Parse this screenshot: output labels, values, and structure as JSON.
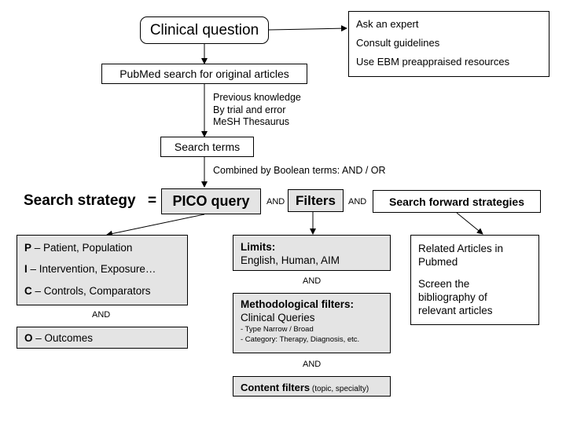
{
  "clinical_question": "Clinical question",
  "alternatives": [
    "Ask an expert",
    "Consult guidelines",
    "Use EBM preappraised resources"
  ],
  "pubmed_search": "PubMed search for original articles",
  "sources": [
    "Previous knowledge",
    "By trial and error",
    "MeSH Thesaurus"
  ],
  "search_terms": "Search terms",
  "boolean_note": "Combined by Boolean terms:  AND / OR",
  "strategy": {
    "label": "Search strategy",
    "equals": "=",
    "pico": "PICO query",
    "and1": "AND",
    "filters": "Filters",
    "and2": "AND",
    "forward": "Search forward strategies"
  },
  "pico": {
    "p_letter": "P",
    "p_text": " – Patient, Population",
    "i_letter": "I",
    "i_text": " – Intervention, Exposure…",
    "c_letter": "C",
    "c_text": " – Controls, Comparators",
    "and": "AND",
    "o_letter": "O",
    "o_text": " – Outcomes"
  },
  "limits": {
    "title": "Limits:",
    "text": "English, Human, AIM"
  },
  "and_limits_method": "AND",
  "methodological": {
    "title": "Methodological filters:",
    "subtitle": "Clinical Queries",
    "line1": "- Type Narrow / Broad",
    "line2": "- Category: Therapy, Diagnosis, etc."
  },
  "and_method_content": "AND",
  "content_filters": {
    "title": "Content filters",
    "note": " (topic, specialty)"
  },
  "forward": {
    "related": [
      "Related Articles in",
      "Pubmed"
    ],
    "screen": [
      "Screen the",
      "bibliography of",
      "relevant articles"
    ]
  }
}
